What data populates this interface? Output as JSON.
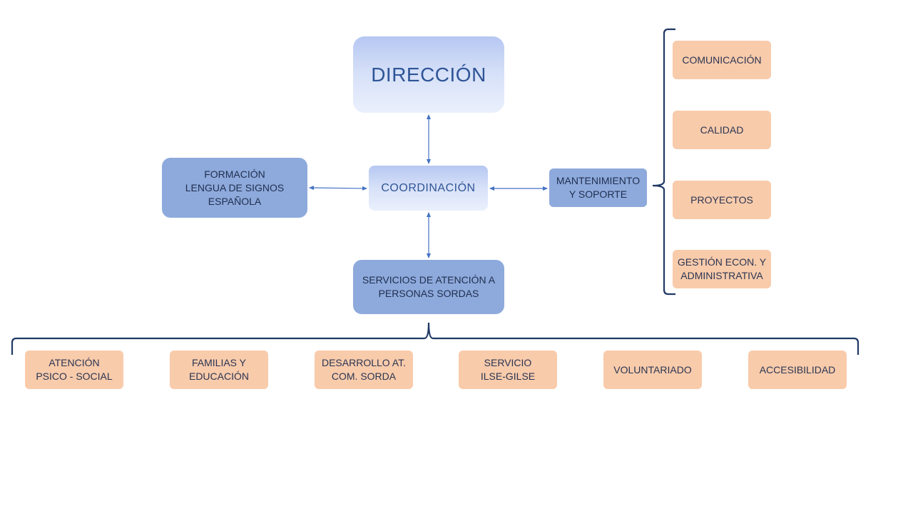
{
  "diagram": {
    "top": {
      "direccion": "DIRECCIÓN",
      "coordinacion": "COORDINACIÓN",
      "formacion": "FORMACIÓN\nLENGUA DE SIGNOS\nESPAÑOLA",
      "mantenimiento": "MANTENIMIENTO\nY SOPORTE",
      "servicios": "SERVICIOS DE ATENCIÓN A\nPERSONAS SORDAS"
    },
    "support_areas": [
      "COMUNICACIÓN",
      "CALIDAD",
      "PROYECTOS",
      "GESTIÓN ECON. Y\nADMINISTRATIVA"
    ],
    "service_areas": [
      "ATENCIÓN\nPSICO - SOCIAL",
      "FAMILIAS Y\nEDUCACIÓN",
      "DESARROLLO AT.\nCOM. SORDA",
      "SERVICIO\nILSE-GILSE",
      "VOLUNTARIADO",
      "ACCESIBILIDAD"
    ],
    "colors": {
      "light_blue_gradient_top": "#b6c7f2",
      "light_blue_gradient_bottom": "#eaf0fc",
      "mid_blue": "#8eaadc",
      "peach": "#f8cbab",
      "connector": "#4472c4",
      "brace": "#1f3864"
    }
  }
}
